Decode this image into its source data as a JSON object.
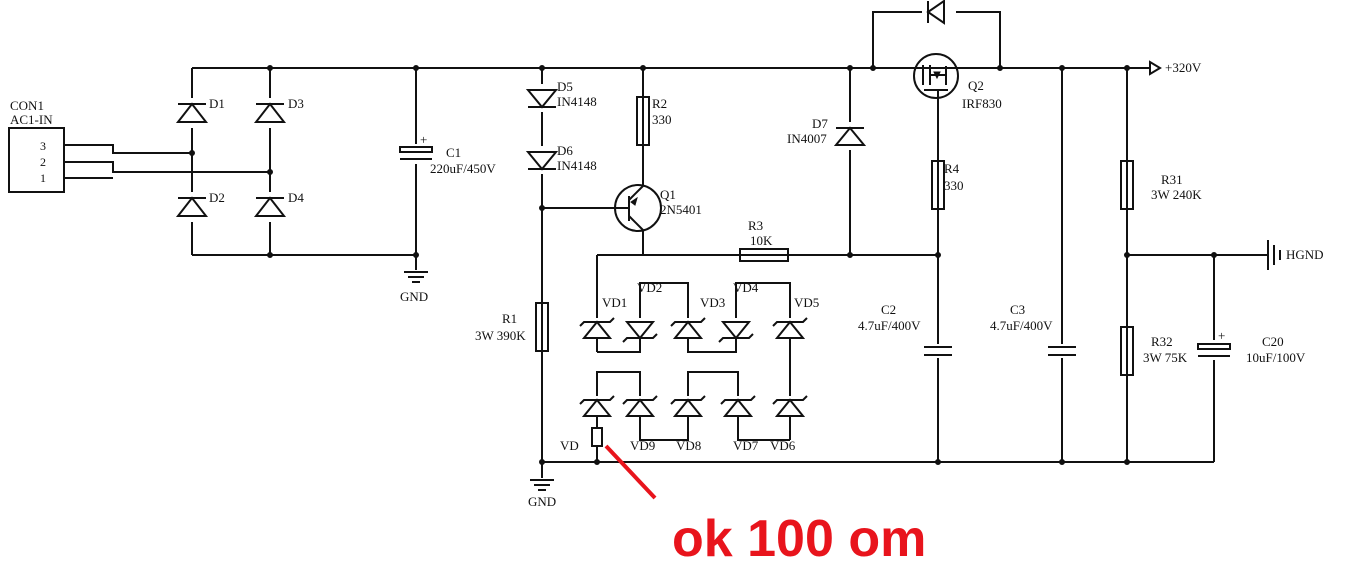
{
  "labels": {
    "con1": "CON1",
    "ac1in": "AC1-IN",
    "pin3": "3",
    "pin2": "2",
    "pin1": "1",
    "d1": "D1",
    "d2": "D2",
    "d3": "D3",
    "d4": "D4",
    "c1": "C1",
    "c1v": "220uF/450V",
    "gnd1": "GND",
    "gnd2": "GND",
    "d5": "D5",
    "d5v": "IN4148",
    "d6": "D6",
    "d6v": "IN4148",
    "r2": "R2",
    "r2v": "330",
    "q1": "Q1",
    "q1v": "2N5401",
    "r1": "R1",
    "r1v": "3W 390K",
    "r3": "R3",
    "r3v": "10K",
    "d7": "D7",
    "d7v": "IN4007",
    "q2": "Q2",
    "q2v": "IRF830",
    "r4": "R4",
    "r4v": "330",
    "vd1": "VD1",
    "vd2": "VD2",
    "vd3": "VD3",
    "vd4": "VD4",
    "vd5": "VD5",
    "vd6": "VD6",
    "vd7": "VD7",
    "vd8": "VD8",
    "vd9": "VD9",
    "vd": "VD",
    "c2": "C2",
    "c2v": "4.7uF/400V",
    "c3": "C3",
    "c3v": "4.7uF/400V",
    "out": "+320V",
    "r31": "R31",
    "r31v": "3W 240K",
    "hgnd": "HGND",
    "r32": "R32",
    "r32v": "3W 75K",
    "c20": "C20",
    "c20v": "10uF/100V"
  },
  "annotation": {
    "text": "ok 100 om",
    "color": "#e8141c"
  }
}
